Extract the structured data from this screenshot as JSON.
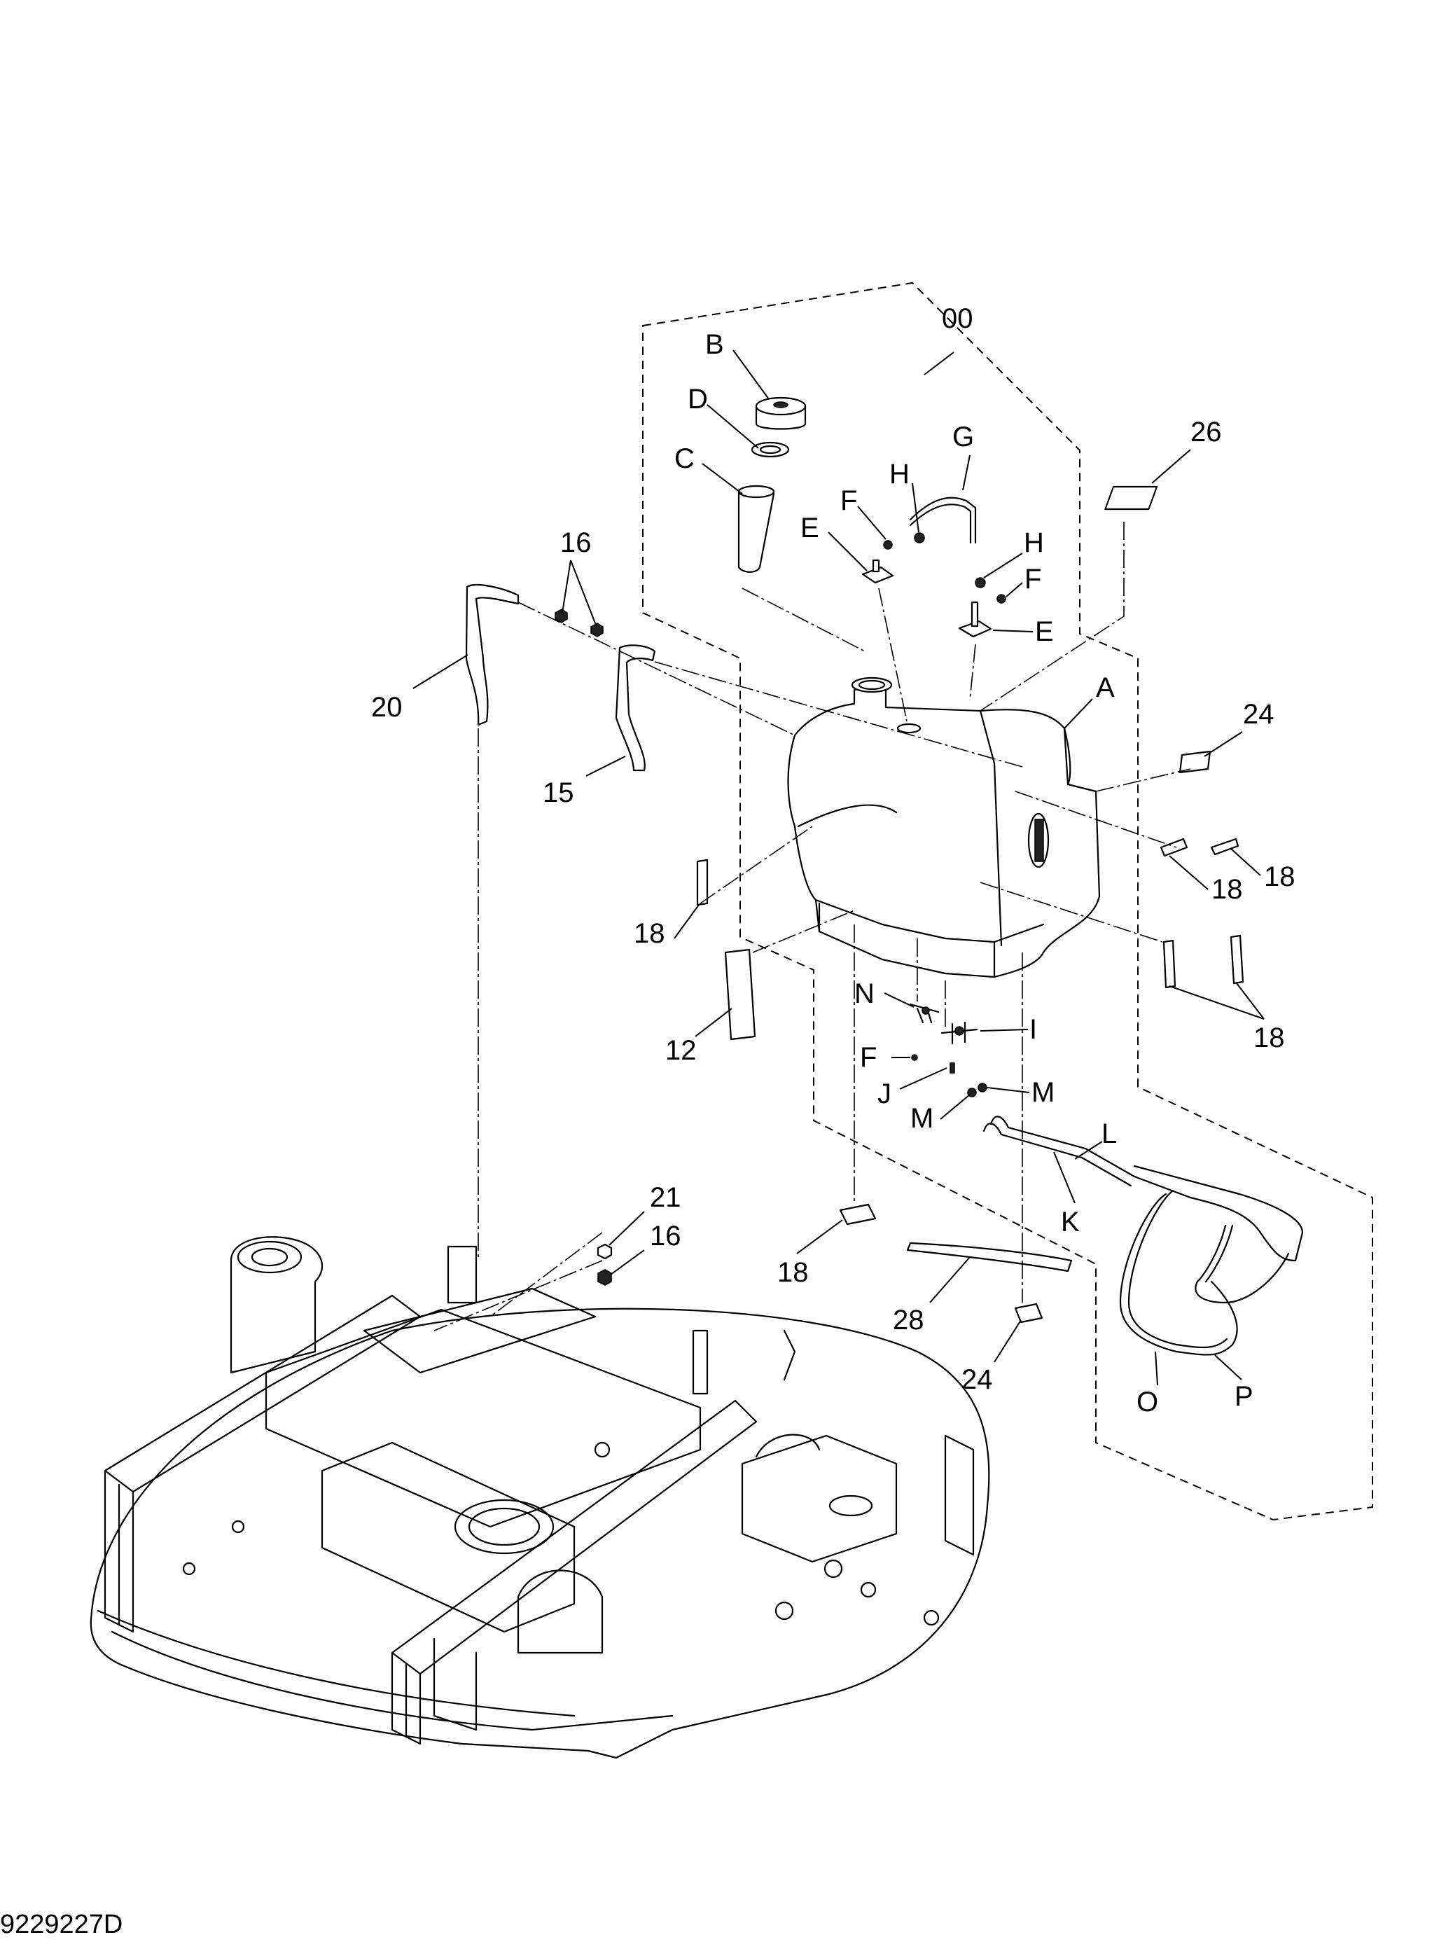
{
  "document": {
    "drawing_number": "9229227D"
  },
  "callouts": [
    {
      "id": "c00",
      "label": "00"
    },
    {
      "id": "cA",
      "label": "A"
    },
    {
      "id": "cB",
      "label": "B"
    },
    {
      "id": "cC",
      "label": "C"
    },
    {
      "id": "cD",
      "label": "D"
    },
    {
      "id": "cE1",
      "label": "E"
    },
    {
      "id": "cE2",
      "label": "E"
    },
    {
      "id": "cF1",
      "label": "F"
    },
    {
      "id": "cF2",
      "label": "F"
    },
    {
      "id": "cF3",
      "label": "F"
    },
    {
      "id": "cG",
      "label": "G"
    },
    {
      "id": "cH1",
      "label": "H"
    },
    {
      "id": "cH2",
      "label": "H"
    },
    {
      "id": "cI",
      "label": "I"
    },
    {
      "id": "cJ",
      "label": "J"
    },
    {
      "id": "cK",
      "label": "K"
    },
    {
      "id": "cL",
      "label": "L"
    },
    {
      "id": "cM1",
      "label": "M"
    },
    {
      "id": "cM2",
      "label": "M"
    },
    {
      "id": "cN",
      "label": "N"
    },
    {
      "id": "cO",
      "label": "O"
    },
    {
      "id": "cP",
      "label": "P"
    },
    {
      "id": "c12",
      "label": "12"
    },
    {
      "id": "c15",
      "label": "15"
    },
    {
      "id": "c16a",
      "label": "16"
    },
    {
      "id": "c16b",
      "label": "16"
    },
    {
      "id": "c18a",
      "label": "18"
    },
    {
      "id": "c18b",
      "label": "18"
    },
    {
      "id": "c18c",
      "label": "18"
    },
    {
      "id": "c18d",
      "label": "18"
    },
    {
      "id": "c18e",
      "label": "18"
    },
    {
      "id": "c20",
      "label": "20"
    },
    {
      "id": "c21",
      "label": "21"
    },
    {
      "id": "c24a",
      "label": "24"
    },
    {
      "id": "c24b",
      "label": "24"
    },
    {
      "id": "c26",
      "label": "26"
    },
    {
      "id": "c28",
      "label": "28"
    }
  ]
}
